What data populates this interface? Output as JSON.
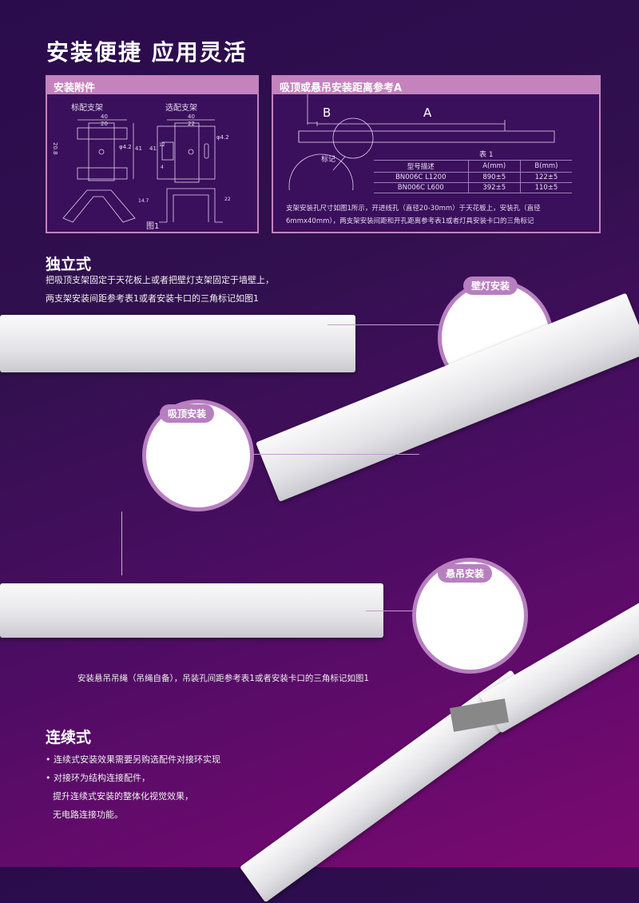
{
  "title": "安装便捷  应用灵活",
  "accessories": {
    "header": "安装附件",
    "standard": "标配支架",
    "optional": "选配支架",
    "figure": "图1",
    "dims": {
      "width": "40",
      "inner_std": "20",
      "inner_opt": "22",
      "height_std": "20.8",
      "height": "41",
      "hole": "φ4.2",
      "slot": "12",
      "h_std": "14.7",
      "h_opt": "22",
      "offset": "4"
    }
  },
  "distance": {
    "header": "吸顶或悬吊安装距离参考A",
    "label_b": "B",
    "label_a": "A",
    "mark": "标记",
    "table_title": "表 1",
    "columns": [
      "型号描述",
      "A(mm)",
      "B(mm)"
    ],
    "rows": [
      [
        "BN006C L1200",
        "890±5",
        "122±5"
      ],
      [
        "BN006C L600",
        "392±5",
        "110±5"
      ]
    ],
    "note1": "支架安装孔尺寸如图1所示，开进线孔（直径20-30mm）于天花板上，安装孔（直径",
    "note2": "6mmx40mm），两支架安装间距和开孔距离参考表1或者灯具安装卡口的三角标记"
  },
  "standalone": {
    "heading": "独立式",
    "line1": "把吸顶支架固定于天花板上或者把壁灯支架固定于墙壁上，",
    "line2": "两支架安装间距参考表1或者安装卡口的三角标记如图1",
    "wall_label": "壁灯安装",
    "ceiling_label": "吸顶安装",
    "suspend_label": "悬吊安装",
    "suspend_note": "安装悬吊吊绳（吊绳自备），吊装孔间距参考表1或者安装卡口的三角标记如图1"
  },
  "continuous": {
    "heading": "连续式",
    "bullets": [
      "连续式安装效果需要另购选配件对接环实现",
      "对接环为结构连接配件，"
    ],
    "cont1": "提升连续式安装的整体化视觉效果，",
    "cont2": "无电路连接功能。"
  }
}
